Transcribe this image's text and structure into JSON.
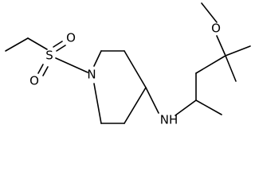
{
  "molecule": {
    "atoms": {
      "nitrogen_ring": "N",
      "sulfur": "S",
      "oxygen_top": "O",
      "oxygen_bottom": "O",
      "amine": "NH",
      "methoxy_oxygen": "O"
    }
  }
}
